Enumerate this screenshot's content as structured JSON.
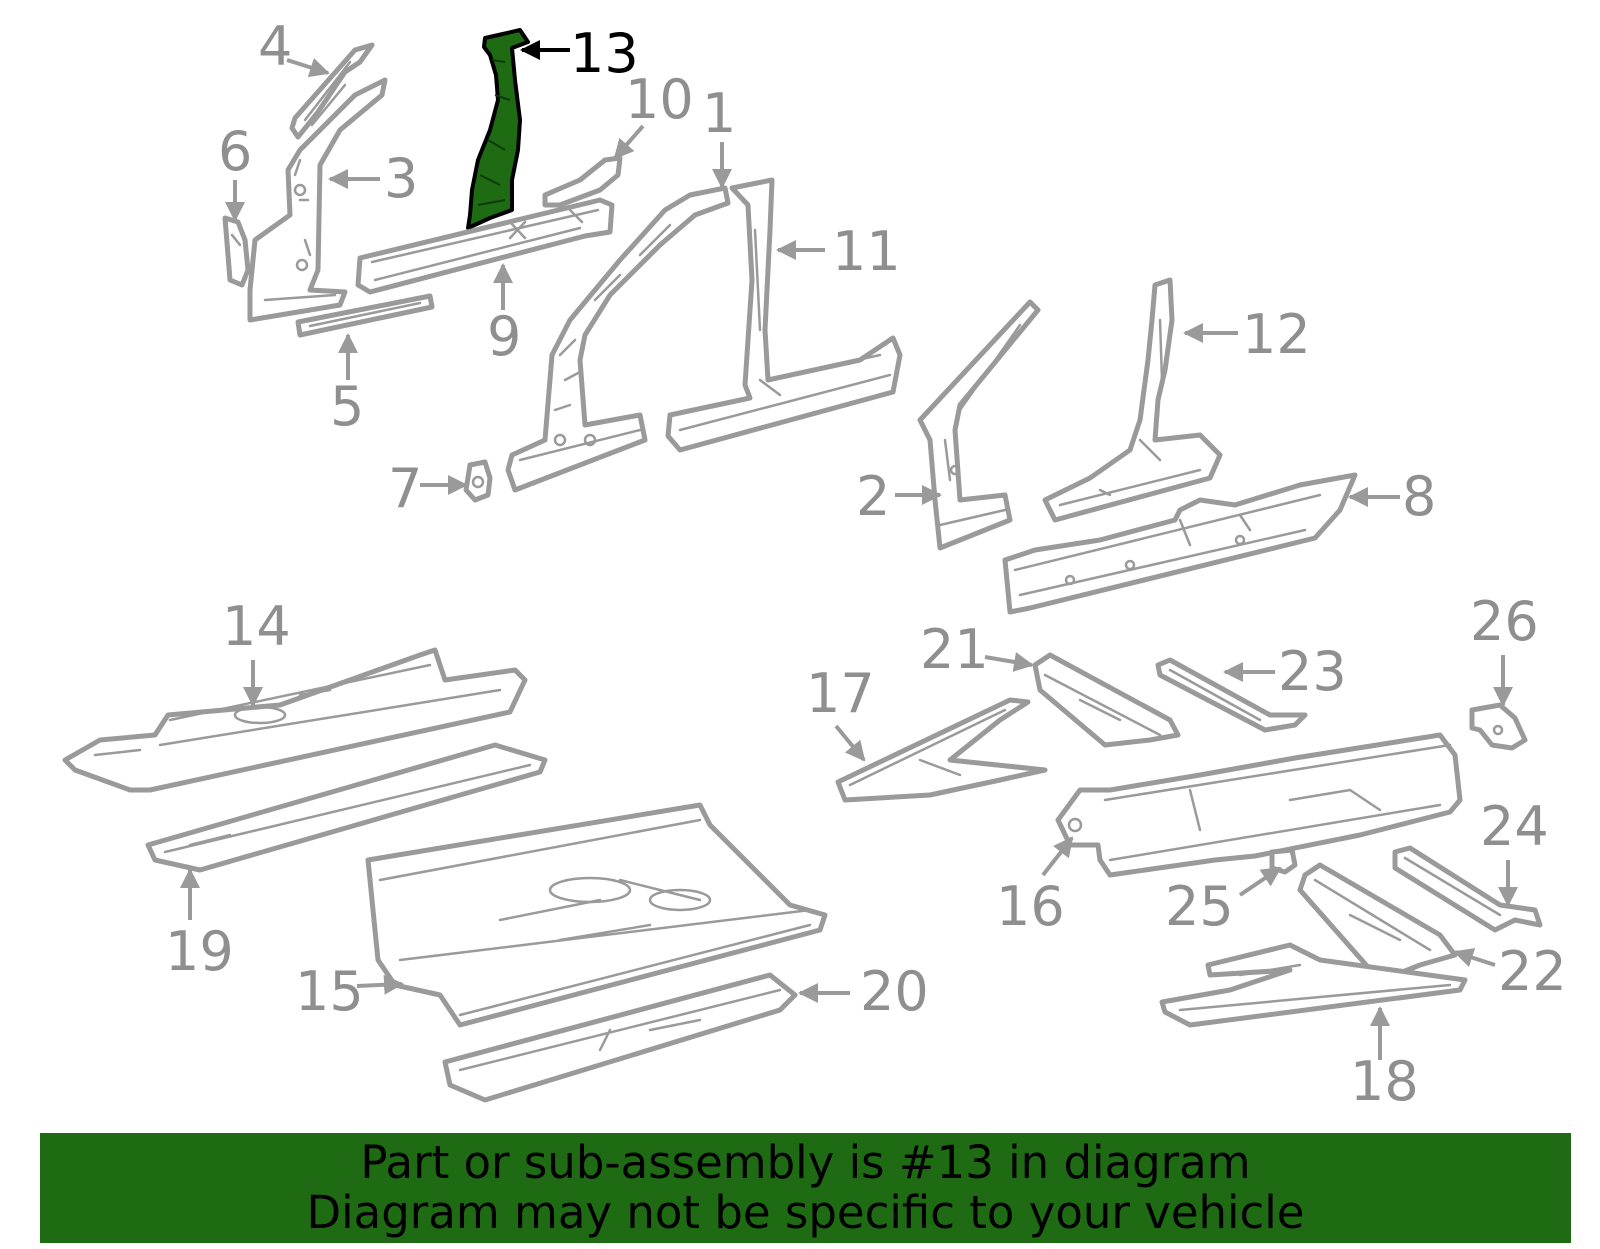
{
  "diagram": {
    "highlighted_part": "13",
    "callouts": [
      "1",
      "2",
      "3",
      "4",
      "5",
      "6",
      "7",
      "8",
      "9",
      "10",
      "11",
      "12",
      "13",
      "14",
      "15",
      "16",
      "17",
      "18",
      "19",
      "20",
      "21",
      "22",
      "23",
      "24",
      "25",
      "26"
    ]
  },
  "banner": {
    "line1": "Part or sub-assembly is #13 in diagram",
    "line2": "Diagram may not be specific to your vehicle"
  },
  "colors": {
    "banner_bg": "#1e6b14",
    "highlight_fill": "#1e6b14",
    "part_outline": "#9a9a9a",
    "callout_text": "#8f8f8f",
    "active_text": "#000000"
  }
}
